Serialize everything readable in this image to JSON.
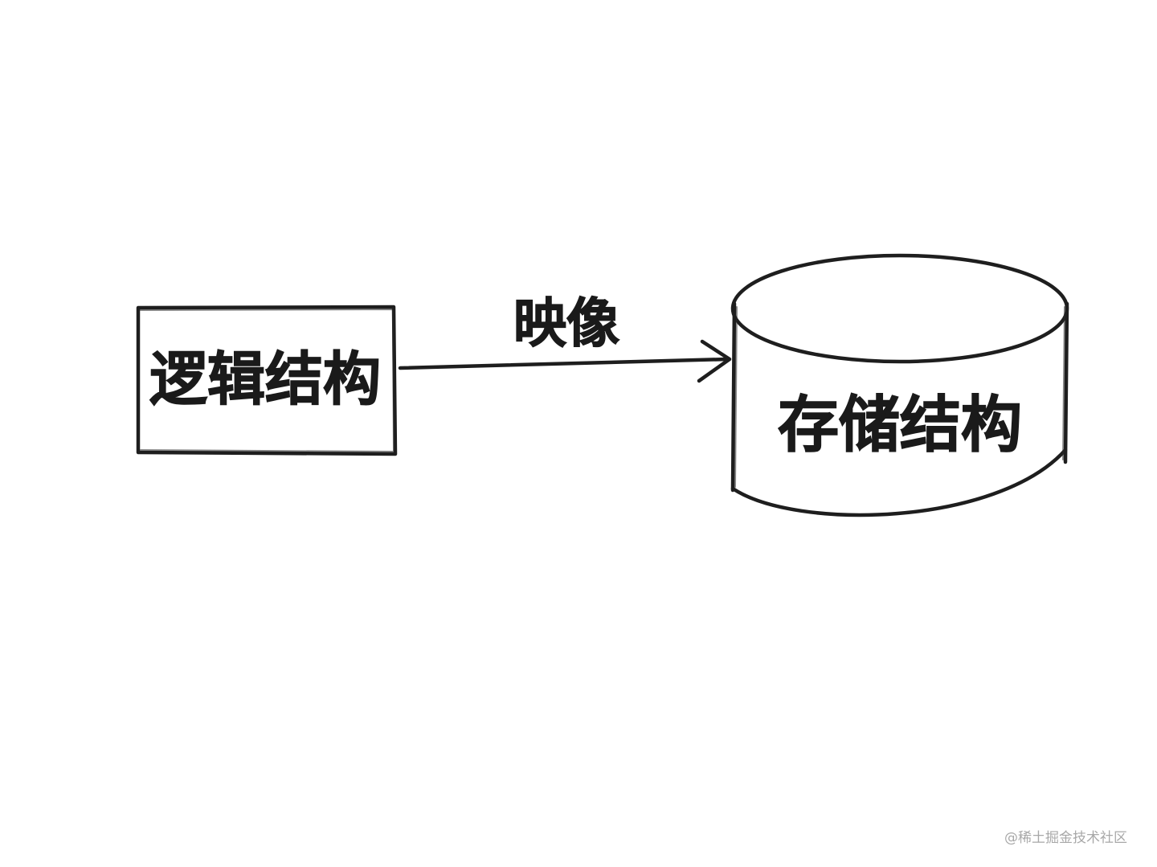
{
  "nodes": {
    "logical": {
      "label": "逻辑结构",
      "shape": "rectangle"
    },
    "storage": {
      "label": "存储结构",
      "shape": "cylinder"
    }
  },
  "edge": {
    "label": "映像",
    "from": "logical",
    "to": "storage"
  },
  "watermark": "@稀土掘金技术社区",
  "colors": {
    "ink": "#1e1e1e",
    "background": "#ffffff",
    "watermark": "#a8a8a8"
  }
}
